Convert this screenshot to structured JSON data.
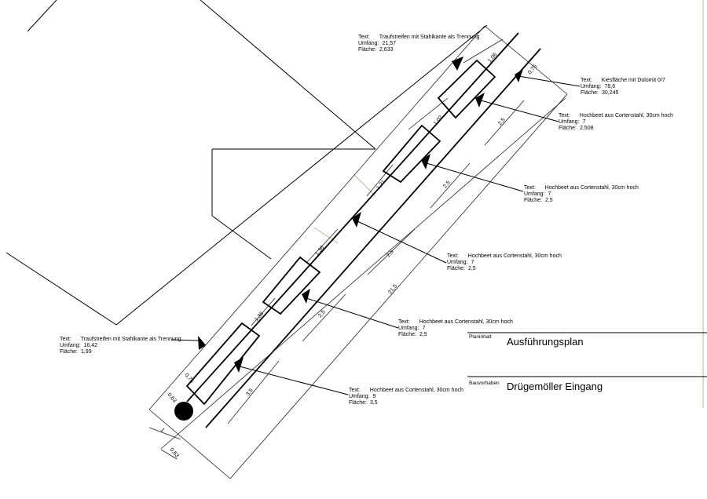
{
  "labels": [
    {
      "text": "Traufstreifen mit Stahlkante als Trennung",
      "umfang": "21,57",
      "flaeche": "2,633"
    },
    {
      "text": "Kiesfläche mit Dolomit 0/7",
      "umfang": "78,6",
      "flaeche": "30,245"
    },
    {
      "text": "Hochbeet aus Cortenstahl, 30cm hoch",
      "umfang": "7",
      "flaeche": "2,508"
    },
    {
      "text": "Hochbeet aus Cortenstahl, 30cm hoch",
      "umfang": "7",
      "flaeche": "2,5"
    },
    {
      "text": "Hochbeet aus Cortenstahl, 30cm hoch",
      "umfang": "7",
      "flaeche": "2,5"
    },
    {
      "text": "Hochbeet aus Cortenstahl, 30cm hoch",
      "umfang": "7",
      "flaeche": "2,5"
    },
    {
      "text": "Traufstreifen mit Stahlkante als Trennung",
      "umfang": "16,42",
      "flaeche": "1,99"
    },
    {
      "text": "Hochbeet aus Cortenstahl, 30cm hoch",
      "umfang": "9",
      "flaeche": "3,5"
    }
  ],
  "field_names": {
    "text": "Text:",
    "umfang": "Umfang:",
    "flaeche": "Fläche:"
  },
  "dimensions": [
    "1,06",
    "0,75",
    "1,02",
    "2,5",
    "1,21",
    "2,5",
    "1,36",
    "2,5",
    "21,5",
    "1,36",
    "2,5",
    "3,5",
    "0,75",
    "0,63",
    "1",
    "0,63"
  ],
  "title_block": {
    "plan_label": "Planinhalt",
    "plan_value": "Ausführungsplan",
    "project_label": "Bauvorhaben",
    "project_value": "Drügemöller Eingang"
  }
}
